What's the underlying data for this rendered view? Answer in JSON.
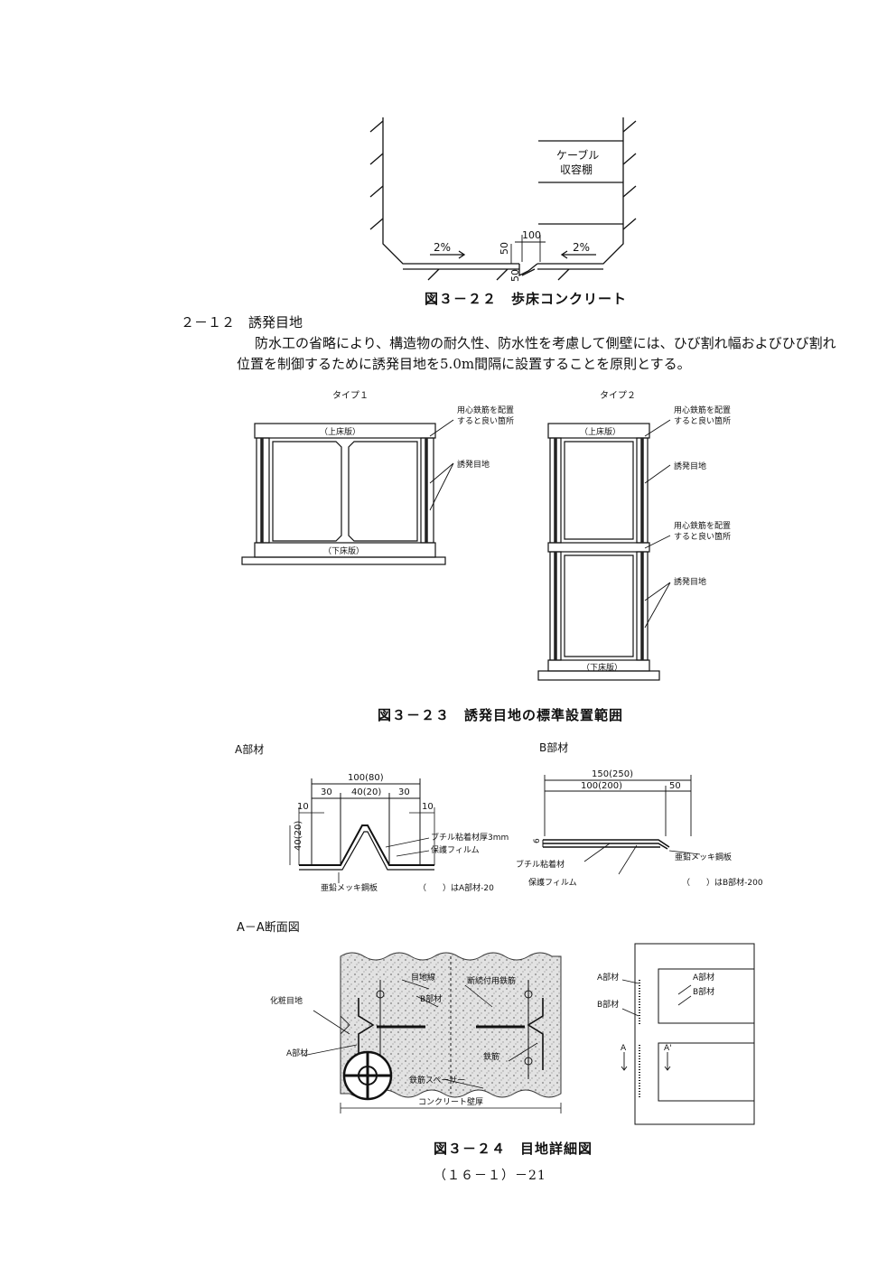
{
  "fig22": {
    "cable_label_1": "ケーブル",
    "cable_label_2": "収容棚",
    "slope_left": "2%",
    "slope_right": "2%",
    "dim_100": "100",
    "dim_50a": "50",
    "dim_50b": "50",
    "caption": "図３－２２　歩床コンクリート"
  },
  "section": {
    "heading": "２－１２　誘発目地",
    "paragraph": "防水工の省略により、構造物の耐久性、防水性を考慮して側壁には、ひび割れ幅およびひび割れ位置を制御するために誘発目地を5.0m間隔に設置することを原則とする。"
  },
  "fig23": {
    "type1_title": "タイプ１",
    "type2_title": "タイプ２",
    "upper_slab": "（上床版）",
    "lower_slab": "（下床版）",
    "rebar_note_1": "用心鉄筋を配置",
    "rebar_note_2": "すると良い箇所",
    "joint_label": "誘発目地",
    "caption": "図３－２３　誘発目地の標準設置範囲"
  },
  "fig24": {
    "a_title": "A部材",
    "b_title": "B部材",
    "a_dim_total": "100(80)",
    "a_dim_30l": "30",
    "a_dim_40": "40(20)",
    "a_dim_30r": "30",
    "a_dim_10l": "10",
    "a_dim_10r": "10",
    "a_dim_height": "40(20)",
    "a_butyl": "ブチル粘着材厚3mm",
    "a_film": "保護フィルム",
    "a_zinc": "亜鉛メッキ鋼板",
    "a_note": "（　　）はA部材-20",
    "b_dim_total": "150(250)",
    "b_dim_100": "100(200)",
    "b_dim_50": "50",
    "b_dim_6": "6",
    "b_butyl": "ブチル粘着材",
    "b_film": "保護フィルム",
    "b_zinc": "亜鉛メッキ鋼板",
    "b_note": "（　　）はB部材-200",
    "section_title": "A－A断面図",
    "sec_cosmetic": "化粧目地",
    "sec_a_member": "A部材",
    "sec_b_member": "B部材",
    "sec_joint_line": "目地線",
    "sec_break_rebar": "断続付用鉄筋",
    "sec_rebar": "鉄筋",
    "sec_spacer": "鉄筋スペーサー",
    "sec_wall": "コンクリート壁厚",
    "plan_a_member_1": "A部材",
    "plan_b_member_1": "B部材",
    "plan_a_member_2": "A部材",
    "plan_b_member_2": "B部材",
    "plan_a": "A",
    "plan_a_prime": "A'",
    "caption": "図３－２４　目地詳細図"
  },
  "footer": {
    "page_number": "（１６－１）－21"
  }
}
